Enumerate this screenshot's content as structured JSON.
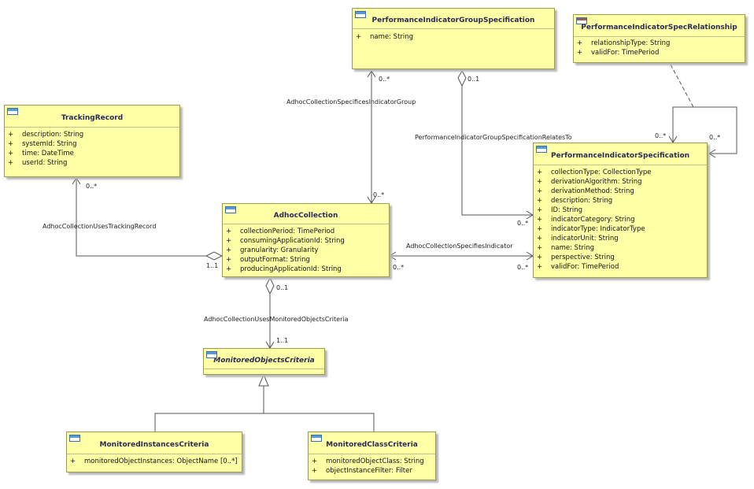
{
  "classes": {
    "group_spec": {
      "name": "PerformanceIndicatorGroupSpecification",
      "icon": "class-icon",
      "attributes": [
        {
          "vis": "+",
          "text": "name: String"
        }
      ]
    },
    "spec_relationship": {
      "name": "PerformanceIndicatorSpecRelationship",
      "icon": "class-icon",
      "attributes": [
        {
          "vis": "+",
          "text": "relationshipType: String"
        },
        {
          "vis": "+",
          "text": "validFor: TimePeriod"
        }
      ]
    },
    "tracking_record": {
      "name": "TrackingRecord",
      "icon": "class-icon",
      "attributes": [
        {
          "vis": "+",
          "text": "description: String"
        },
        {
          "vis": "+",
          "text": "systemId: String"
        },
        {
          "vis": "+",
          "text": "time: DateTime"
        },
        {
          "vis": "+",
          "text": "userId: String"
        }
      ]
    },
    "indicator_spec": {
      "name": "PerformanceIndicatorSpecification",
      "icon": "class-icon",
      "attributes": [
        {
          "vis": "+",
          "text": "collectionType: CollectionType"
        },
        {
          "vis": "+",
          "text": "derivationAlgorithm: String"
        },
        {
          "vis": "+",
          "text": "derivationMethod: String"
        },
        {
          "vis": "+",
          "text": "description: String"
        },
        {
          "vis": "+",
          "text": "ID: String"
        },
        {
          "vis": "+",
          "text": "indicatorCategory: String"
        },
        {
          "vis": "+",
          "text": "indicatorType: IndicatorType"
        },
        {
          "vis": "+",
          "text": "indicatorUnit: String"
        },
        {
          "vis": "+",
          "text": "name: String"
        },
        {
          "vis": "+",
          "text": "perspective: String"
        },
        {
          "vis": "+",
          "text": "validFor: TimePeriod"
        }
      ]
    },
    "adhoc_collection": {
      "name": "AdhocCollection",
      "icon": "class-icon",
      "attributes": [
        {
          "vis": "+",
          "text": "collectionPeriod: TimePeriod"
        },
        {
          "vis": "+",
          "text": "consumingApplicationId: String"
        },
        {
          "vis": "+",
          "text": "granularity: Granularity"
        },
        {
          "vis": "+",
          "text": "outputFormat: String"
        },
        {
          "vis": "+",
          "text": "producingApplicationId: String"
        }
      ]
    },
    "monitored_objects_criteria": {
      "name": "MonitoredObjectsCriteria",
      "icon": "class-icon",
      "abstract": true,
      "attributes": []
    },
    "monitored_instances_criteria": {
      "name": "MonitoredInstancesCriteria",
      "icon": "class-icon",
      "attributes": [
        {
          "vis": "+",
          "text": "monitoredObjectInstances: ObjectName [0..*]"
        }
      ]
    },
    "monitored_class_criteria": {
      "name": "MonitoredClassCriteria",
      "icon": "class-icon",
      "attributes": [
        {
          "vis": "+",
          "text": "monitoredObjectClass: String"
        },
        {
          "vis": "+",
          "text": "objectInstanceFilter: Filter"
        }
      ]
    }
  },
  "associations": {
    "specifies_indicator_group": {
      "name": "AdhocCollectionSpecificesIndicatorGroup",
      "mult_top": "0..*",
      "mult_bottom": "0..*"
    },
    "group_relates_to": {
      "name": "PerformanceIndicatorGroupSpecificationRelatesTo",
      "mult_group": "0..1",
      "mult_spec": "0..*"
    },
    "self_relationship": {
      "mult_left": "0..*",
      "mult_right": "0..*"
    },
    "uses_tracking_record": {
      "name": "AdhocCollectionUsesTrackingRecord",
      "mult_record": "0..*",
      "mult_collection": "1..1"
    },
    "specifies_indicator": {
      "name": "AdhocCollectionSpecifiesIndicator",
      "mult_collection": "0..*",
      "mult_spec": "0..*"
    },
    "uses_monitored_objects_criteria": {
      "name": "AdhocCollectionUsesMonitoredObjectsCriteria",
      "mult_collection": "0..1",
      "mult_criteria": "1..1"
    }
  },
  "colors": {
    "class_fill": "#ffffa6",
    "class_border": "#9a9a50",
    "line": "#555555"
  }
}
